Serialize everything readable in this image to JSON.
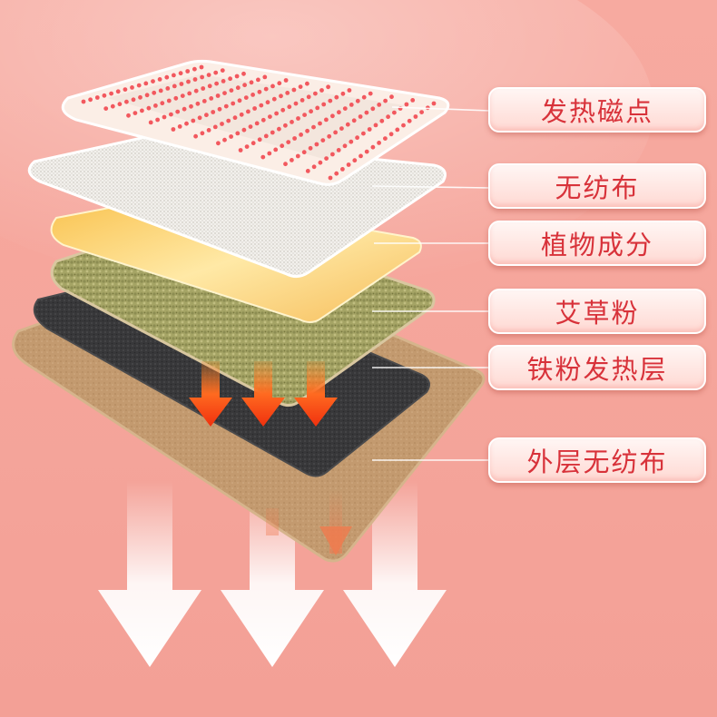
{
  "colors": {
    "background": "#f6a79c",
    "label_text": "#d8323a",
    "leader_line": "#ffffff",
    "dot": "#f2585e",
    "heat_arrow": "#f24a1c"
  },
  "layers": [
    {
      "id": "magnetic-dots",
      "label": "发热磁点"
    },
    {
      "id": "nonwoven-top",
      "label": "无纺布"
    },
    {
      "id": "plant-ingredients",
      "label": "植物成分"
    },
    {
      "id": "mugwort-powder",
      "label": "艾草粉"
    },
    {
      "id": "iron-powder",
      "label": "铁粉发热层"
    },
    {
      "id": "outer-nonwoven",
      "label": "外层无纺布"
    }
  ],
  "icons": {
    "heat_arrow": "arrow-down-icon",
    "big_arrow": "arrow-down-icon"
  }
}
